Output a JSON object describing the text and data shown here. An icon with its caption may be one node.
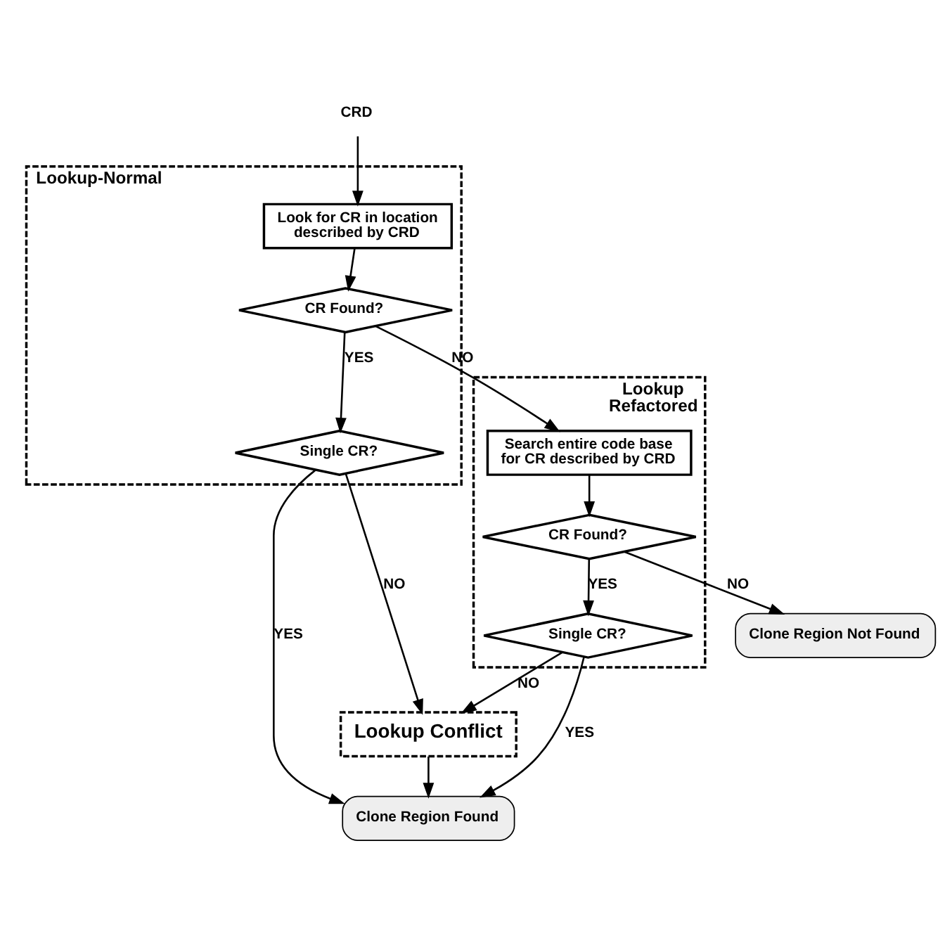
{
  "diagram": {
    "nodes": [
      {
        "text": [
          "Lookup-Normal"
        ]
      },
      {
        "text": [
          "CRD"
        ]
      },
      {
        "text": [
          "Look for CR in location described by CRD"
        ],
        "in": 0
      },
      {
        "text": [
          "CR Found?"
        ],
        "in": 0
      },
      {
        "text": [
          "Single CR?"
        ],
        "in": 0
      },
      {
        "text": [
          "Lookup Refactored"
        ]
      },
      {
        "text": [
          "Search entire code base for CR described by CRD"
        ],
        "in": 5
      },
      {
        "text": [
          "CR Found?"
        ],
        "in": 5
      },
      {
        "text": [
          "Single CR?"
        ],
        "in": 5
      },
      {
        "text": [
          "Lookup Conflict"
        ]
      },
      {
        "text": [
          "Clone Region Found"
        ]
      },
      {
        "text": [
          "Clone Region Not Found"
        ]
      }
    ],
    "edges": [
      {
        "from": 1,
        "to": 2,
        "arrow": "to"
      },
      {
        "from": 2,
        "to": 3,
        "arrow": "to"
      },
      {
        "from": 3,
        "to": 4,
        "arrow": "to",
        "label": "YES"
      },
      {
        "from": 3,
        "to": 6,
        "arrow": "to",
        "label": "NO"
      },
      {
        "from": 4,
        "to": 10,
        "arrow": "to",
        "label": "YES"
      },
      {
        "from": 4,
        "to": 9,
        "arrow": "to",
        "label": "NO"
      },
      {
        "from": 6,
        "to": 7,
        "arrow": "to"
      },
      {
        "from": 7,
        "to": 11,
        "arrow": "to",
        "label": "NO"
      },
      {
        "from": 7,
        "to": 8,
        "arrow": "to",
        "label": "YES"
      },
      {
        "from": 8,
        "to": 9,
        "arrow": "to",
        "label": "NO"
      },
      {
        "from": 8,
        "to": 10,
        "arrow": "to",
        "label": "YES"
      },
      {
        "from": 9,
        "to": 10,
        "arrow": "to"
      }
    ]
  }
}
